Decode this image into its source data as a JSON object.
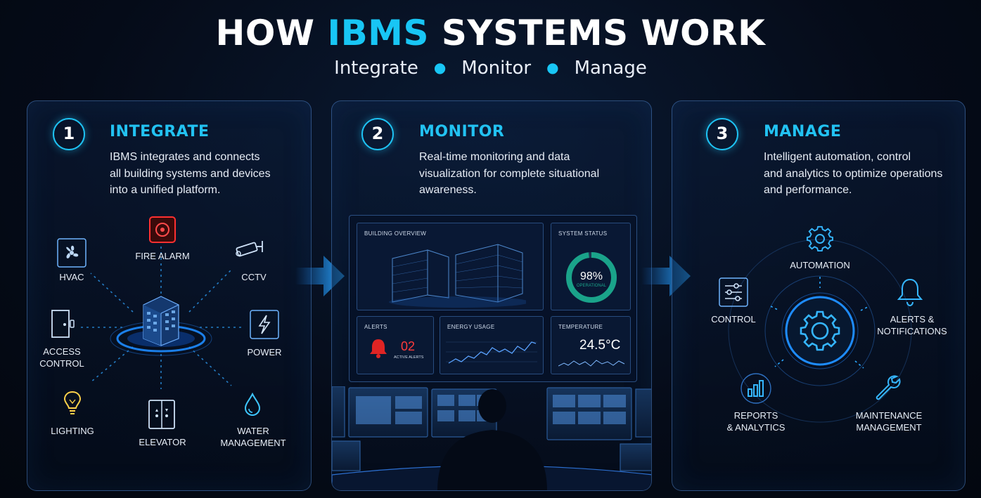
{
  "header": {
    "title_pre": "HOW ",
    "title_accent": "IBMS",
    "title_post": " SYSTEMS WORK",
    "subtitle_items": [
      "Integrate",
      "Monitor",
      "Manage"
    ]
  },
  "colors": {
    "accent": "#18c6f5",
    "alarm": "#e02424",
    "ok": "#1aa38a"
  },
  "steps": [
    {
      "number": "1",
      "title": "INTEGRATE",
      "description": [
        "IBMS integrates and connects",
        "all building systems and devices",
        "into a unified platform."
      ],
      "systems": {
        "hvac": "HVAC",
        "fire_alarm": "FIRE ALARM",
        "cctv": "CCTV",
        "access_control": [
          "ACCESS",
          "CONTROL"
        ],
        "power": "POWER",
        "lighting": "LIGHTING",
        "elevator": "ELEVATOR",
        "water": [
          "WATER",
          "MANAGEMENT"
        ]
      }
    },
    {
      "number": "2",
      "title": "MONITOR",
      "description": [
        "Real-time monitoring and data",
        "visualization for complete situational",
        "awareness."
      ],
      "dashboard": {
        "building_overview": "BUILDING OVERVIEW",
        "system_status": "SYSTEM STATUS",
        "status_value": "98%",
        "status_percent": 98,
        "status_label": "OPERATIONAL",
        "alerts_title": "ALERTS",
        "alerts_value": "02",
        "alerts_label": "ACTIVE ALERTS",
        "energy_title": "ENERGY USAGE",
        "temperature_title": "TEMPERATURE",
        "temperature_value": "24.5°C"
      }
    },
    {
      "number": "3",
      "title": "MANAGE",
      "description": [
        "Intelligent automation, control",
        "and analytics to optimize operations",
        "and performance."
      ],
      "functions": {
        "automation": "AUTOMATION",
        "control": "CONTROL",
        "alerts": [
          "ALERTS &",
          "NOTIFICATIONS"
        ],
        "reports": [
          "REPORTS",
          "& ANALYTICS"
        ],
        "maintenance": [
          "MAINTENANCE",
          "MANAGEMENT"
        ]
      }
    }
  ]
}
